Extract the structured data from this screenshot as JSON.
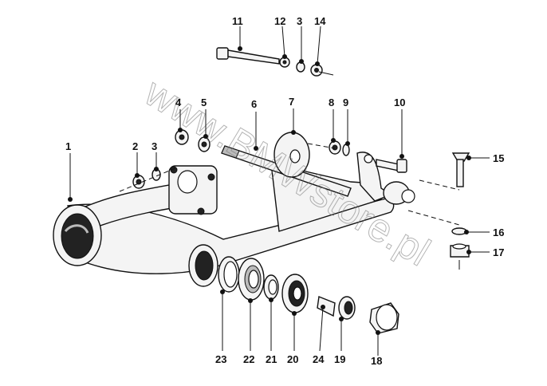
{
  "watermark": "www.BMWstore.pl",
  "callouts": {
    "c1": "1",
    "c2": "2",
    "c3a": "3",
    "c3b": "3",
    "c4": "4",
    "c5": "5",
    "c6": "6",
    "c7": "7",
    "c8": "8",
    "c9": "9",
    "c10": "10",
    "c11": "11",
    "c12": "12",
    "c14": "14",
    "c15": "15",
    "c16": "16",
    "c17": "17",
    "c18": "18",
    "c19": "19",
    "c20": "20",
    "c21": "21",
    "c22": "22",
    "c23": "23",
    "c24": "24"
  }
}
